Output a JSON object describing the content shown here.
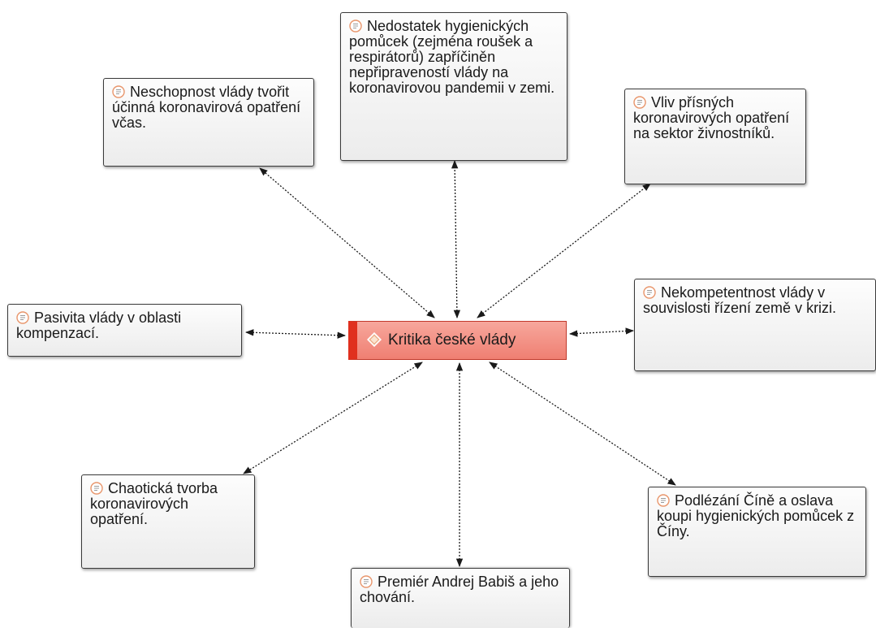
{
  "center": {
    "label": "Kritika české vlády"
  },
  "nodes": [
    {
      "id": "neschopnost",
      "text": "Neschopnost vlády tvořit účinná koronavirová opatření včas."
    },
    {
      "id": "nedostatek",
      "text": "Nedostatek hygienických pomůcek (zejména roušek a respirátorů) zapříčiněn nepřipraveností vlády na koronavirovou pandemii v zemi."
    },
    {
      "id": "vliv",
      "text": "Vliv přísných koronavirových opatření na sektor živnostníků."
    },
    {
      "id": "pasivita",
      "text": "Pasivita vlády v oblasti kompenzací."
    },
    {
      "id": "nekompetentnost",
      "text": "Nekompetentnost vlády v souvislosti řízení země v krizi."
    },
    {
      "id": "chaoticka",
      "text": "Chaotická tvorba koronavirových opatření."
    },
    {
      "id": "premier",
      "text": "Premiér Andrej Babiš a jeho chování."
    },
    {
      "id": "podlezani",
      "text": "Podlézání Číně a oslava koupi hygienických pomůcek z Číny."
    }
  ],
  "icons": {
    "node": "memo-icon",
    "center": "code-diamond-icon"
  },
  "colors": {
    "center_fill": "#f29384",
    "center_accent": "#e0301e",
    "node_border": "#3a3a3a",
    "connector": "#1a1a1a",
    "memo_icon": "#e8956b"
  }
}
